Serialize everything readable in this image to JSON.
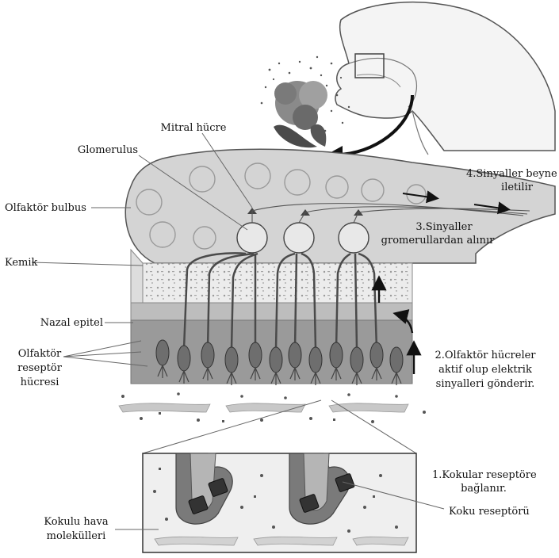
{
  "labels": {
    "mitral": "Mitral hücre",
    "glomerulus": "Glomerulus",
    "bulb": "Olfaktör bulbus",
    "bone": "Kemik",
    "epithelium": "Nazal epitel",
    "receptor_cell_1": "Olfaktör",
    "receptor_cell_2": "reseptör",
    "receptor_cell_3": "hücresi",
    "air_molecules_1": "Kokulu hava",
    "air_molecules_2": "molekülleri",
    "odor_receptor": "Koku reseptörü"
  },
  "steps": {
    "step1_line1": "1.Kokular reseptöre",
    "step1_line2": "bağlanır.",
    "step2_line1": "2.Olfaktör hücreler",
    "step2_line2": "aktif olup elektrik",
    "step2_line3": "sinyalleri gönderir.",
    "step3_line1": "3.Sinyaller",
    "step3_line2": "gromerullardan alınır",
    "step4_line1": "4.Sinyaller beyne",
    "step4_line2": "iletilir"
  },
  "colors": {
    "bulb_fill": "#d4d4d4",
    "bone_fill": "#e6e6e6",
    "epithelium_fill": "#9a9a9a",
    "cell_fill": "#6e6e6e",
    "line": "#3a3a3a"
  }
}
